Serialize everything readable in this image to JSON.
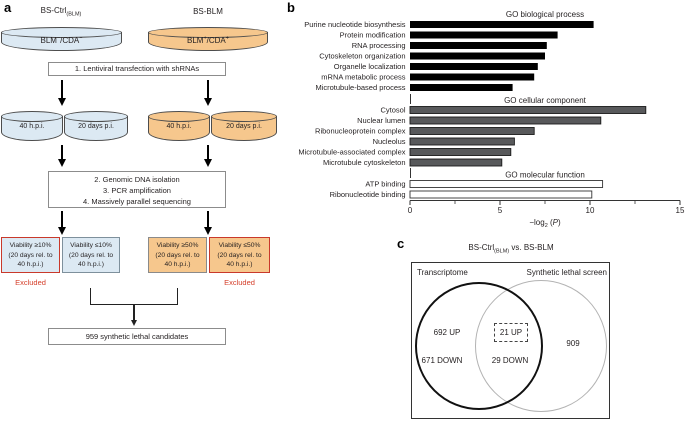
{
  "figure": {
    "panel_letters": {
      "a": "a",
      "b": "b",
      "c": "c"
    }
  },
  "colors": {
    "light_blue_fill": "#dce9f3",
    "orange_fill": "#f6c78d",
    "red_border": "#c9392b",
    "excluded_text": "#d5402c",
    "bp_bar": "#000000",
    "cc_bar": "#58595b",
    "mf_bar": "#ffffff"
  },
  "panel_a": {
    "ctrl_cap": {
      "main": "BS-Ctrl",
      "sub": "(BLM)"
    },
    "blm_cap": "BS-BLM",
    "ctrl_dish": {
      "p1": "BLM",
      "s1": "−",
      "p2": "/CDA",
      "s2": "−"
    },
    "blm_dish": {
      "p1": "BLM",
      "s1": "+",
      "p2": "/CDA",
      "s2": "+"
    },
    "step1": "1. Lentiviral transfection with shRNAs",
    "dishes": [
      {
        "label": "40 h.p.i."
      },
      {
        "label": "20 days p.i."
      },
      {
        "label": "40 h.p.i."
      },
      {
        "label": "20 days p.i."
      }
    ],
    "step2_lines": [
      "2. Genomic DNA isolation",
      "3. PCR amplification",
      "4. Massively parallel sequencing"
    ],
    "viability_boxes": [
      {
        "line1": "Viability ≥10%",
        "line2": "(20 days rel. to",
        "line3": "40 h.p.i.)",
        "status": "Excluded"
      },
      {
        "line1": "Viability ≤10%",
        "line2": "(20 days rel. to",
        "line3": "40 h.p.i.)",
        "status": ""
      },
      {
        "line1": "Viability ≥50%",
        "line2": "(20 days rel. to",
        "line3": "40 h.p.i.)",
        "status": ""
      },
      {
        "line1": "Viability ≤50%",
        "line2": "(20 days rel. to",
        "line3": "40 h.p.i.)",
        "status": "Excluded"
      }
    ],
    "result": "959 synthetic lethal candidates"
  },
  "chart_data": {
    "type": "bar",
    "orientation": "horizontal",
    "xlabel": "−log2 (P)",
    "xlim": [
      0,
      15
    ],
    "xticks": [
      0,
      5,
      10,
      15
    ],
    "minor_xticks": [
      2.5,
      7.5,
      12.5
    ],
    "grid": false,
    "groups": [
      {
        "label": "GO biological process",
        "fill": "#000000",
        "stroke": "none",
        "categories": [
          "Purine nucleotide biosynthesis",
          "Protein modification",
          "RNA processing",
          "Cytoskeleton organization",
          "Organelle localization",
          "mRNA metabolic process",
          "Microtubule-based process"
        ],
        "values": [
          10.2,
          8.2,
          7.6,
          7.5,
          7.1,
          6.9,
          5.7
        ]
      },
      {
        "label": "GO cellular component",
        "fill": "#58595b",
        "stroke": "#1a1a1a",
        "categories": [
          "Cytosol",
          "Nuclear lumen",
          "Ribonucleoprotein complex",
          "Nucleolus",
          "Microtubule-associated complex",
          "Microtubule cytoskeleton"
        ],
        "values": [
          13.1,
          10.6,
          6.9,
          5.8,
          5.6,
          5.1
        ]
      },
      {
        "label": "GO molecular function",
        "fill": "#ffffff",
        "stroke": "#333333",
        "categories": [
          "ATP binding",
          "Ribonucleotide binding"
        ],
        "values": [
          10.7,
          10.1
        ]
      }
    ]
  },
  "panel_c": {
    "title": {
      "main": "BS-Ctrl",
      "sub": "(BLM)",
      "rest": " vs. BS-BLM"
    },
    "left_circle_label": "Transcriptome",
    "right_circle_label": "Synthetic lethal screen",
    "left_up": "692 UP",
    "left_down": "671 DOWN",
    "overlap_up": "21 UP",
    "overlap_down": "29 DOWN",
    "right_count": "909"
  }
}
